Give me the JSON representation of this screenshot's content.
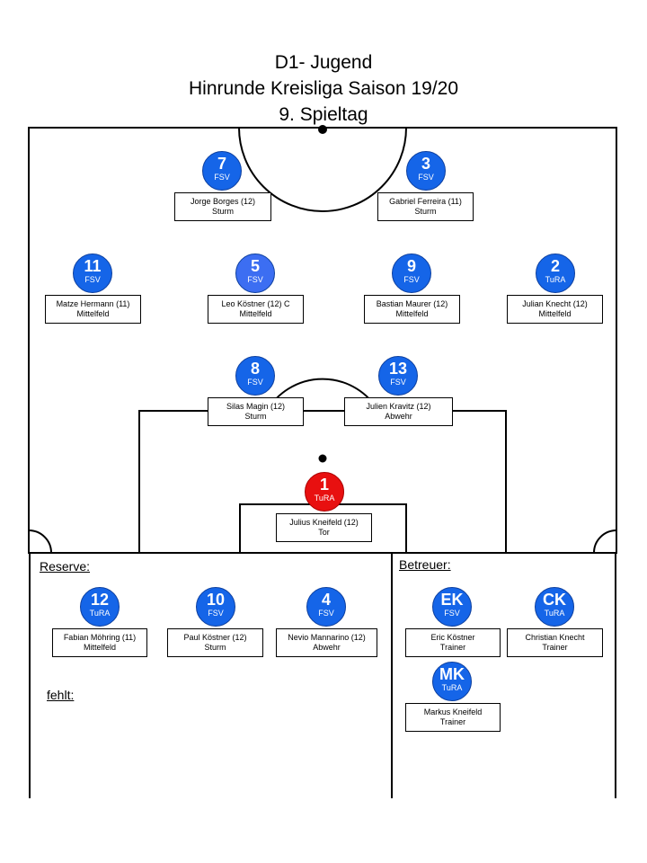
{
  "title": {
    "line1": "D1- Jugend",
    "line2": "Hinrunde Kreisliga Saison 19/20",
    "line3": "9. Spieltag"
  },
  "colors": {
    "fsv": "#1565e8",
    "captain": "#3c6ef2",
    "keeper": "#e81010"
  },
  "players": [
    {
      "num": "7",
      "team": "FSV",
      "name": "Jorge Borges (12)",
      "pos": "Sturm"
    },
    {
      "num": "3",
      "team": "FSV",
      "name": "Gabriel Ferreira (11)",
      "pos": "Sturm"
    },
    {
      "num": "11",
      "team": "FSV",
      "name": "Matze Hermann (11)",
      "pos": "Mittelfeld"
    },
    {
      "num": "5",
      "team": "FSV",
      "name": "Leo Köstner (12) C",
      "pos": "Mittelfeld"
    },
    {
      "num": "9",
      "team": "FSV",
      "name": "Bastian Maurer (12)",
      "pos": "Mittelfeld"
    },
    {
      "num": "2",
      "team": "TuRA",
      "name": "Julian Knecht (12)",
      "pos": "Mittelfeld"
    },
    {
      "num": "8",
      "team": "FSV",
      "name": "Silas Magin (12)",
      "pos": "Sturm"
    },
    {
      "num": "13",
      "team": "FSV",
      "name": "Julien Kravitz (12)",
      "pos": "Abwehr"
    },
    {
      "num": "1",
      "team": "TuRA",
      "name": "Julius Kneifeld (12)",
      "pos": "Tor"
    }
  ],
  "reserve": {
    "label": "Reserve:",
    "players": [
      {
        "num": "12",
        "team": "TuRA",
        "name": "Fabian Möhring (11)",
        "pos": "Mittelfeld"
      },
      {
        "num": "10",
        "team": "FSV",
        "name": "Paul Köstner (12)",
        "pos": "Sturm"
      },
      {
        "num": "4",
        "team": "FSV",
        "name": "Nevio Mannarino (12)",
        "pos": "Abwehr"
      }
    ]
  },
  "missing": {
    "label": "fehlt:"
  },
  "staff": {
    "label": "Betreuer:",
    "people": [
      {
        "num": "EK",
        "team": "FSV",
        "name": "Eric Köstner",
        "pos": "Trainer"
      },
      {
        "num": "CK",
        "team": "TuRA",
        "name": "Christian Knecht",
        "pos": "Trainer"
      },
      {
        "num": "MK",
        "team": "TuRA",
        "name": "Markus Kneifeld",
        "pos": "Trainer"
      }
    ]
  }
}
